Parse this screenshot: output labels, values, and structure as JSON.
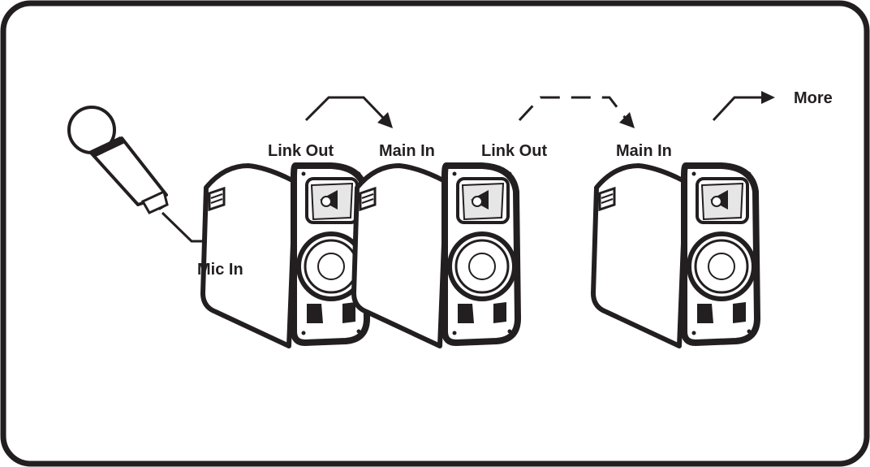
{
  "labels": {
    "mic_in": "Mic In",
    "link_out_1": "Link Out",
    "main_in_1": "Main In",
    "link_out_2": "Link Out",
    "main_in_2": "Main In",
    "more": "More"
  },
  "icons": [
    "microphone-icon",
    "speaker-icon",
    "arrow-icon"
  ],
  "colors": {
    "ink": "#231f20",
    "background": "#ffffff"
  }
}
